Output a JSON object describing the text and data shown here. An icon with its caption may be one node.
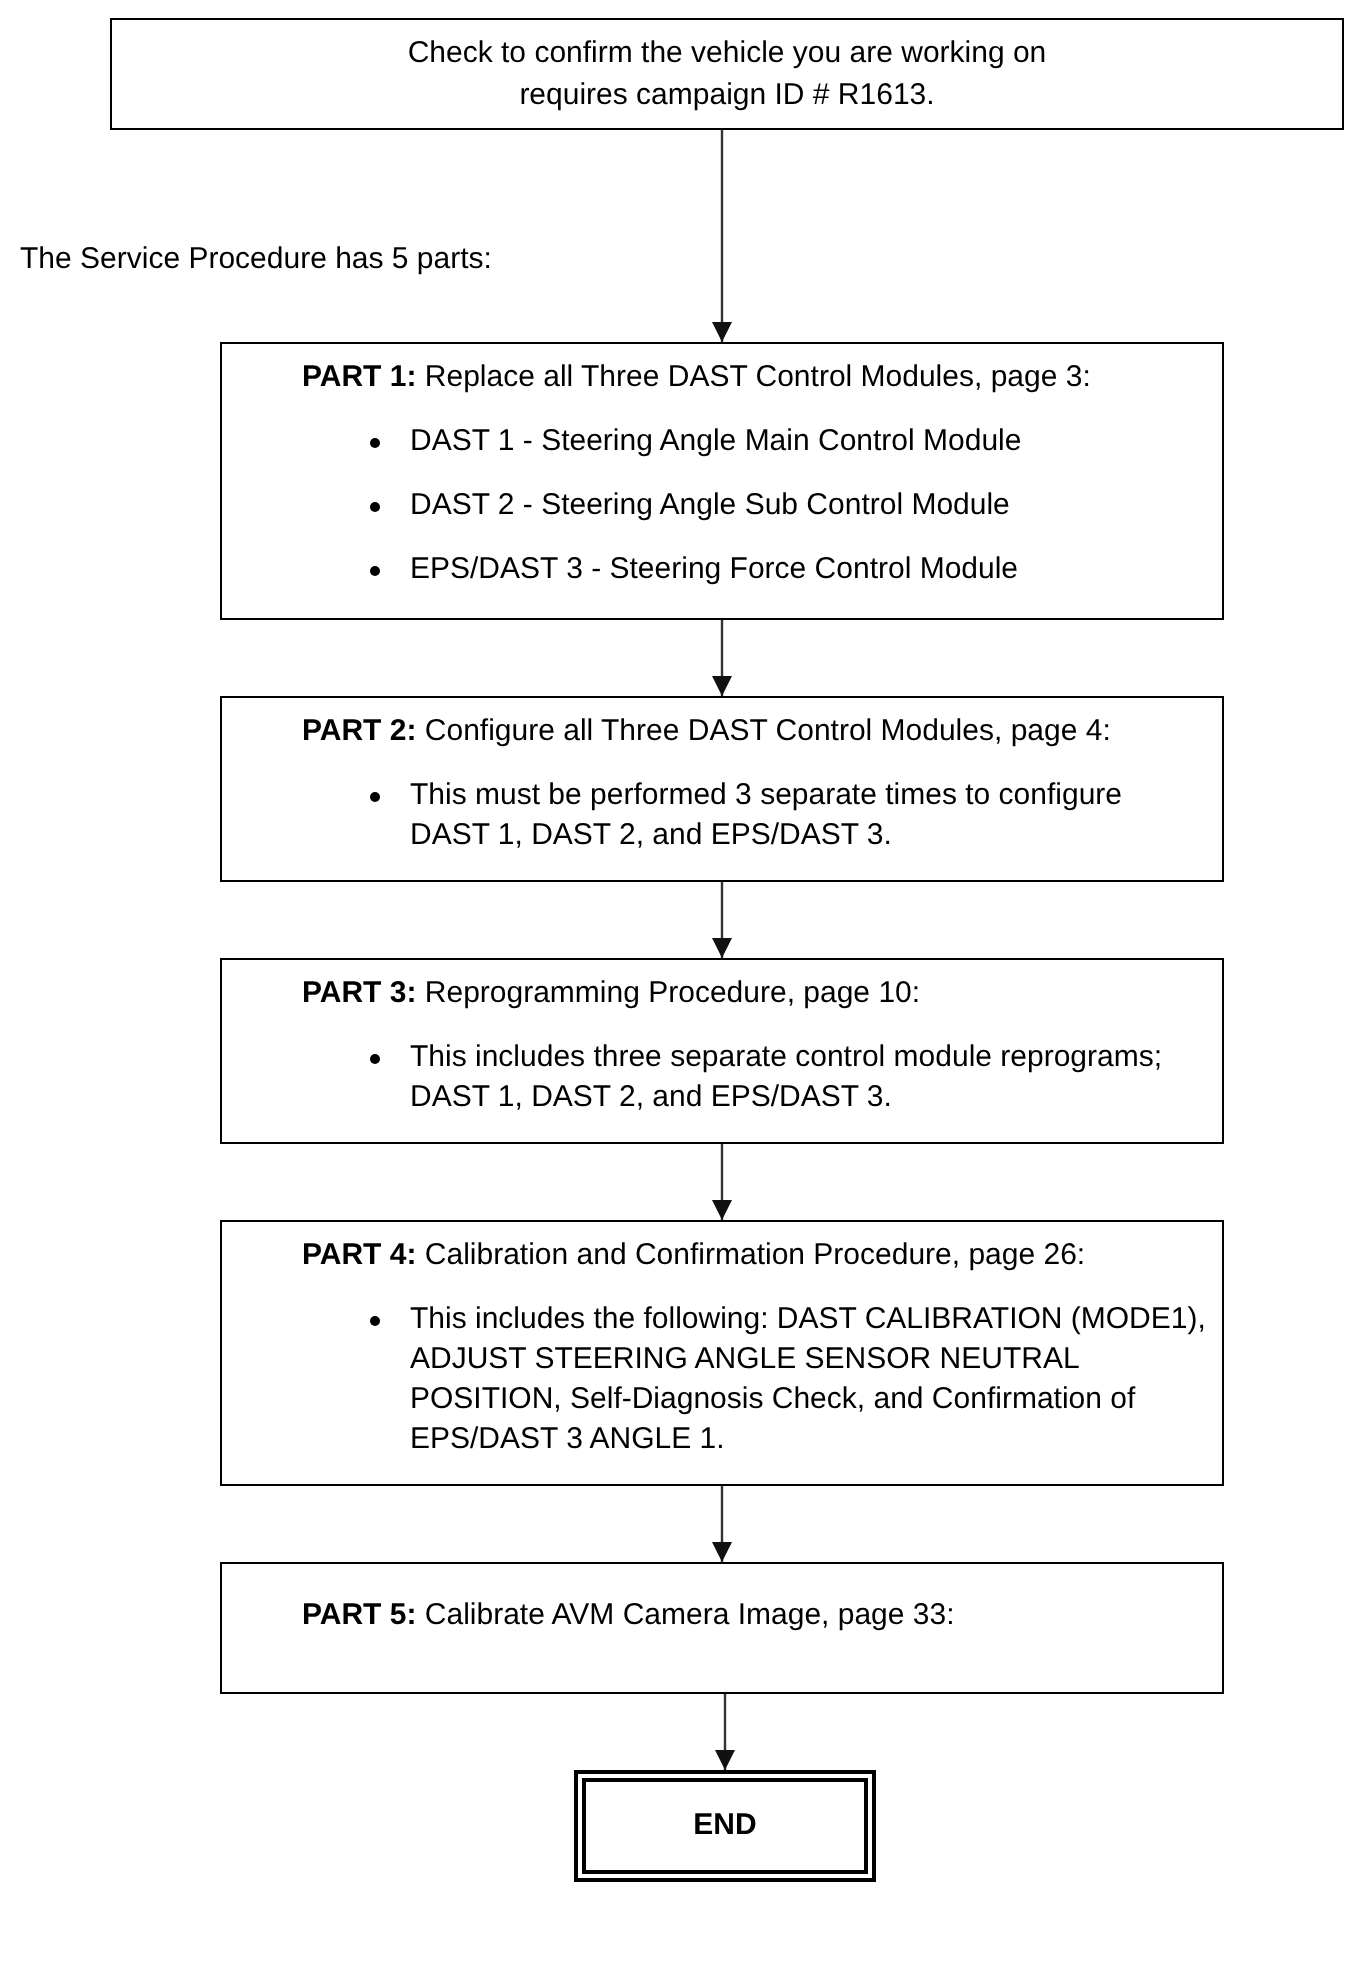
{
  "diagram": {
    "nodes": [
      {
        "text": [
          "Check to confirm the vehicle you are working on requires campaign ID # R1613."
        ]
      },
      {
        "text": [
          "**PART 1:** Replace all Three DAST Control Modules, page 3:",
          "DAST 1 - Steering Angle Main Control Module",
          "DAST 2 - Steering Angle Sub Control Module",
          "EPS/DAST 3 - Steering Force Control Module"
        ]
      },
      {
        "text": [
          "**PART 2:** Configure all Three DAST Control Modules, page 4:",
          "This must be performed 3 separate times to configure DAST 1, DAST 2, and EPS/DAST 3."
        ]
      },
      {
        "text": [
          "**PART 3:** Reprogramming Procedure, page 10:",
          "This includes three separate control module reprograms; DAST 1, DAST 2, and EPS/DAST 3."
        ]
      },
      {
        "text": [
          "**PART 4:** Calibration and Confirmation Procedure, page 26:",
          "This includes the following: DAST CALIBRATION (MODE1), ADJUST STEERING ANGLE SENSOR NEUTRAL POSITION, Self-Diagnosis Check, and Confirmation of EPS/DAST 3 ANGLE 1."
        ]
      },
      {
        "text": [
          "**PART 5:** Calibrate AVM Camera Image, page 33:"
        ]
      },
      {
        "text": [
          "END"
        ]
      }
    ],
    "edges": [
      {
        "from": 0,
        "to": 1,
        "arrow": "to"
      },
      {
        "from": 1,
        "to": 2,
        "arrow": "to"
      },
      {
        "from": 2,
        "to": 3,
        "arrow": "to"
      },
      {
        "from": 3,
        "to": 4,
        "arrow": "to"
      },
      {
        "from": 4,
        "to": 5,
        "arrow": "to"
      },
      {
        "from": 5,
        "to": 6,
        "arrow": "to"
      }
    ],
    "labels": [
      "The Service Procedure has 5 parts:"
    ]
  }
}
